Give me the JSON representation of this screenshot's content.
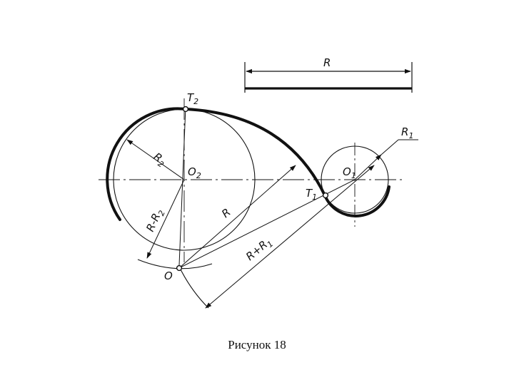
{
  "labels": {
    "R_scale": "R",
    "T2": "T",
    "T2_sub": "2",
    "R2": "R",
    "R2_sub": "2",
    "O2": "O",
    "O2_sub": "2",
    "R_minus_R2": "R-R",
    "R_minus_R2_sub": "2",
    "R_inner": "R",
    "O": "O",
    "R1": "R",
    "R1_sub": "1",
    "O1": "O",
    "O1_sub": "1",
    "T1": "T",
    "T1_sub": "1",
    "R_plus_R1": "R+R",
    "R_plus_R1_sub": "1"
  },
  "caption": "Рисунок 18",
  "colors": {
    "line": "#111111",
    "background": "#ffffff"
  }
}
